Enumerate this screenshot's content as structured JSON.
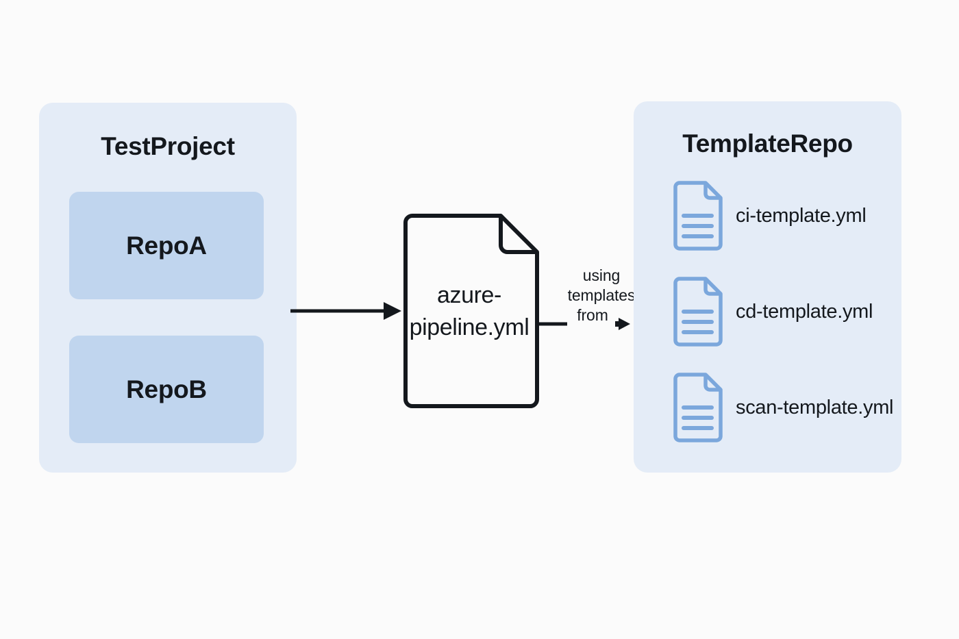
{
  "diagram": {
    "title": "Azure Pipeline template reference diagram",
    "background_color": "#fbfbfb",
    "panel_color": "#e4ecf7",
    "repo_box_color": "#c0d5ee",
    "file_icon_color": "#7ba7dc",
    "text_color": "#14181d"
  },
  "project_panel": {
    "title": "TestProject",
    "repos": [
      {
        "label": "RepoA"
      },
      {
        "label": "RepoB"
      }
    ]
  },
  "pipeline_file": {
    "name": "azure-pipeline.yml",
    "icon": "document-folded-corner-icon"
  },
  "connectors": {
    "project_to_pipeline": {
      "icon": "arrow-right-icon",
      "label": ""
    },
    "pipeline_to_templates": {
      "icon": "arrow-right-icon",
      "label_line_1": "using",
      "label_line_2": "templates",
      "label_line_3": "from"
    }
  },
  "template_panel": {
    "title": "TemplateRepo",
    "files": [
      {
        "name": "ci-template.yml",
        "icon": "yml-file-icon"
      },
      {
        "name": "cd-template.yml",
        "icon": "yml-file-icon"
      },
      {
        "name": "scan-template.yml",
        "icon": "yml-file-icon"
      }
    ]
  }
}
